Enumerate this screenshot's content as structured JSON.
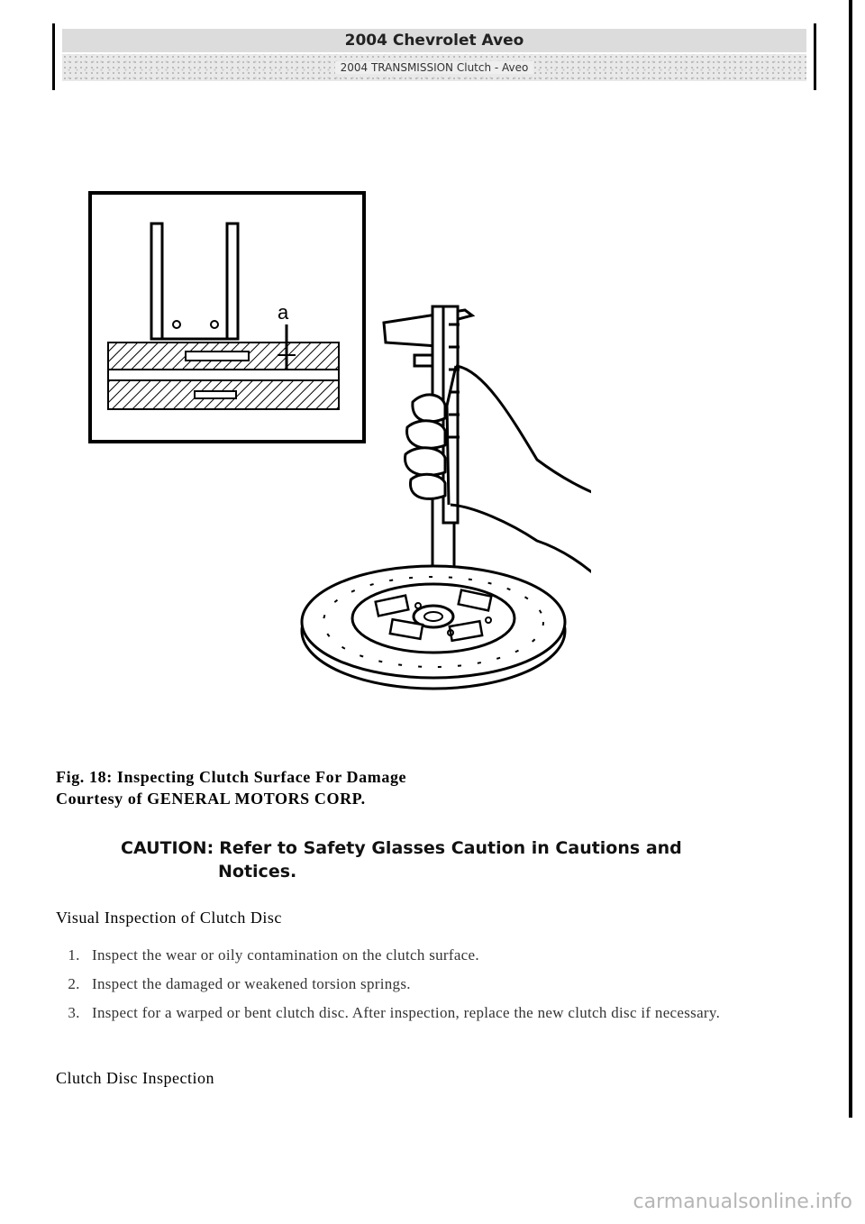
{
  "header": {
    "title": "2004 Chevrolet Aveo",
    "subtitle": "2004 TRANSMISSION Clutch - Aveo"
  },
  "figure": {
    "inset_label": "a",
    "caption": "Fig. 18: Inspecting Clutch Surface For Damage",
    "credit": "Courtesy of GENERAL MOTORS CORP."
  },
  "caution": {
    "label": "CAUTION:",
    "text_line1": "Refer to Safety Glasses Caution in Cautions and",
    "text_line2": "Notices."
  },
  "visual_inspection": {
    "title": "Visual Inspection of Clutch Disc",
    "steps": [
      {
        "num": "1.",
        "text": "Inspect the wear or oily contamination on the clutch surface."
      },
      {
        "num": "2.",
        "text": "Inspect the damaged or weakened torsion springs."
      },
      {
        "num": "3.",
        "text": "Inspect for a warped or bent clutch disc. After inspection, replace the new clutch disc if necessary."
      }
    ]
  },
  "next_section": {
    "title": "Clutch Disc Inspection"
  },
  "watermark": "carmanualsonline.info"
}
